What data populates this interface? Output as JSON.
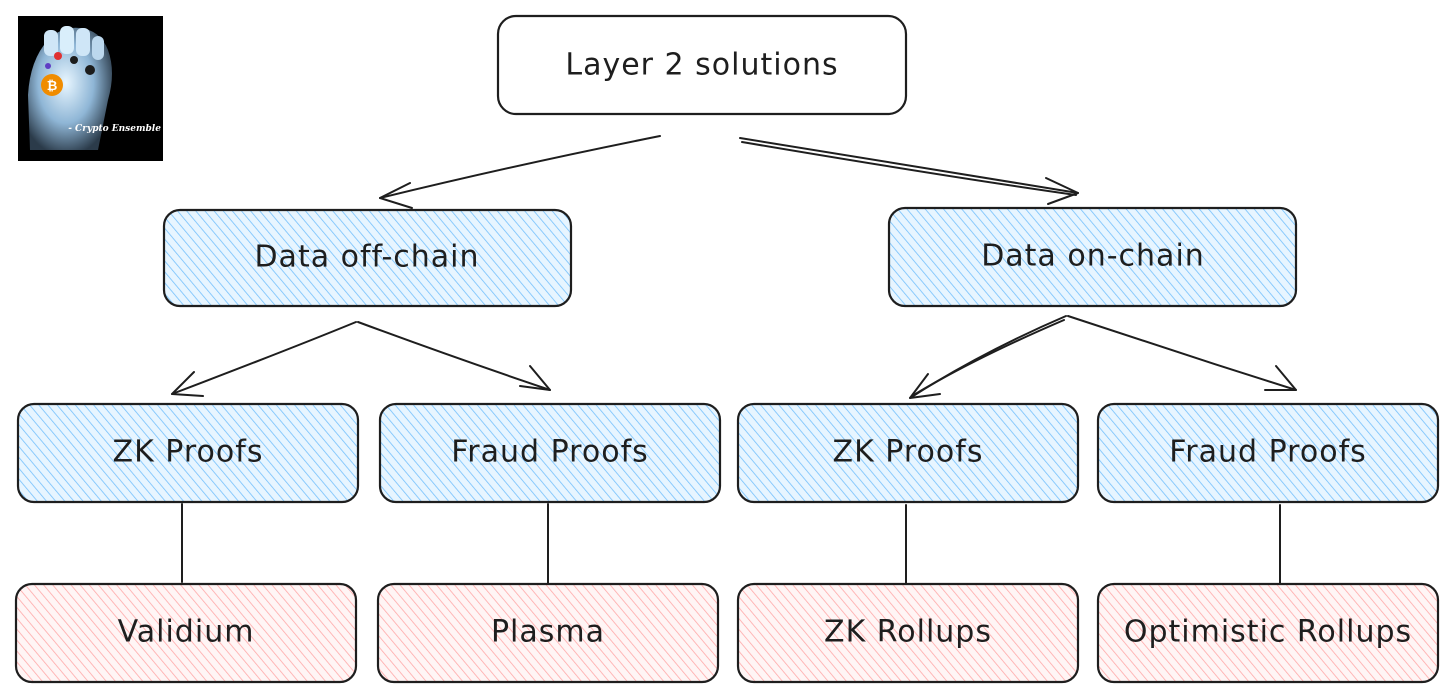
{
  "logo": {
    "text": "- Crypto Ensemble -",
    "icon": "gauntlet-bitcoin-icon",
    "bitcoin_symbol": "₿"
  },
  "colors": {
    "stroke": "#1e1e1e",
    "root_fill": "#ffffff",
    "blue_hatch": "#a5d8ff",
    "blue_bg": "#e7f5ff",
    "pink_hatch": "#ffc9c9",
    "pink_bg": "#fff5f5",
    "logo_bg": "#000000"
  },
  "nodes": {
    "root": "Layer 2 solutions",
    "off_chain": "Data off-chain",
    "on_chain": "Data on-chain",
    "off_zk": "ZK Proofs",
    "off_fraud": "Fraud Proofs",
    "on_zk": "ZK Proofs",
    "on_fraud": "Fraud Proofs",
    "validium": "Validium",
    "plasma": "Plasma",
    "zk_rollups": "ZK Rollups",
    "optimistic_rollups": "Optimistic Rollups"
  }
}
